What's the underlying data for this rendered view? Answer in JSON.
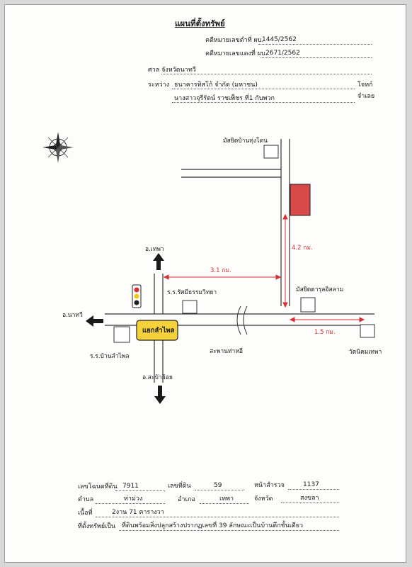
{
  "header": {
    "title": "แผนที่ตั้งทรัพย์",
    "case_black_label": "คดีหมายเลขดำที่ ผบ.",
    "case_black_value": "1445/2562",
    "case_red_label": "คดีหมายเลขแดงที่ ผบ.",
    "case_red_value": "2671/2562",
    "court": "ศาล จังหวัดนาทวี",
    "between_label": "ระหว่าง",
    "plaintiff": "ธนาคารทิสโก้ จำกัด (มหาชน)",
    "plaintiff_role": "โจทก์",
    "defendant": "นางสาวจุรีรัตน์ ราชเพ็ชร ที่1 กับพวก",
    "defendant_role": "จำเลย"
  },
  "map": {
    "mosque_top": "มัสยิดบ้านทุ่งโตน",
    "to_thepha": "อ.เทพา",
    "to_nathawi": "อ.นาทวี",
    "to_saba_yoi": "อ.สะบ้าย้อย",
    "junction": "แยกลำไพล",
    "school_1": "ร.ร.รัศมีธรรมวิทยา",
    "school_2": "ร.ร.บ้านลำไพล",
    "mosque_2": "มัสยิดดารุลอิสลาม",
    "bridge": "สะพานท่าหอี",
    "temple": "วัดนิคมเทพา",
    "dist_1": "3.1 กม.",
    "dist_2": "4.2 กม.",
    "dist_3": "1.5 กม.",
    "colors": {
      "property": "#d94848",
      "distance": "#d63031",
      "junction": "#f5d23b"
    }
  },
  "footer": {
    "deed_label": "เลขโฉนดที่ดิน",
    "deed_value": "7911",
    "land_no_label": "เลขที่ดิน",
    "land_no_value": "59",
    "survey_label": "หน้าสำรวจ",
    "survey_value": "1137",
    "subdistrict_label": "ตำบล",
    "subdistrict_value": "ท่าม่วง",
    "district_label": "อำเภอ",
    "district_value": "เทพา",
    "province_label": "จังหวัด",
    "province_value": "สงขลา",
    "area_label": "เนื้อที่",
    "area_value": "2งาน 71 ตารางวา",
    "property_label": "ที่ตั้งทรัพย์เป็น",
    "property_value": "ที่ดินพร้อมสิ่งปลูกสร้างปรากฏเลขที่ 39 ลักษณะเป็นบ้านตึกชั้นเดียว"
  }
}
